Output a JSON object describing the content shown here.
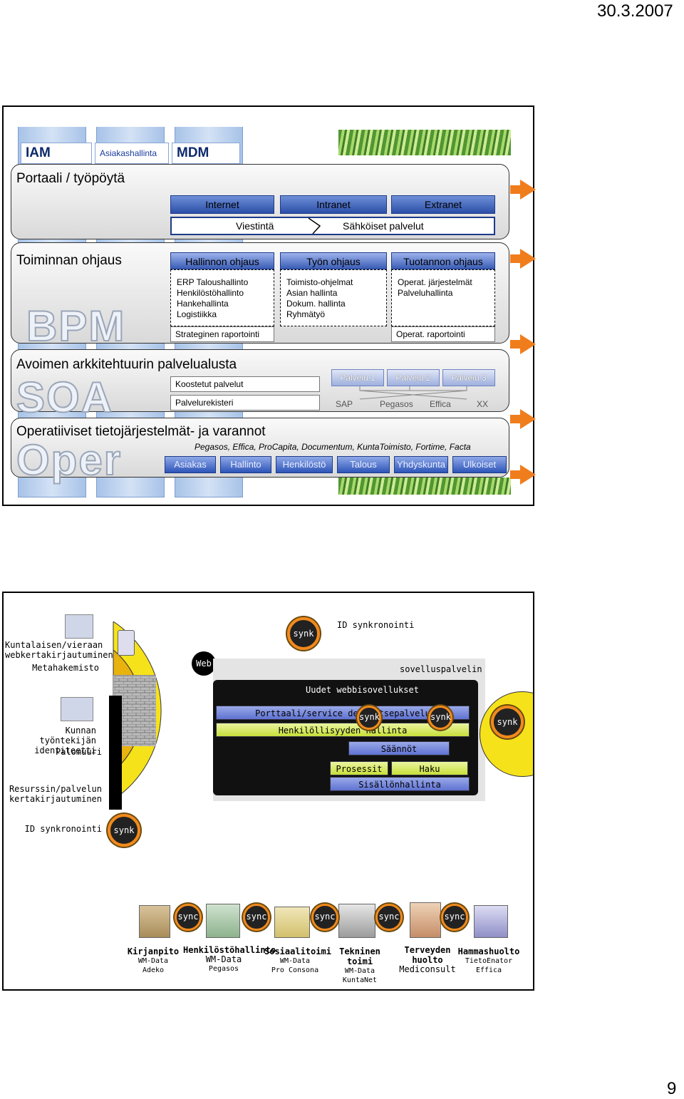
{
  "header": {
    "date": "30.3.2007",
    "page_number": "9"
  },
  "slide1": {
    "tabs": {
      "iam": "IAM",
      "asiakas": "Asiakashallinta",
      "mdm": "MDM"
    },
    "portal": {
      "title": "Portaali / työpöytä",
      "nets": [
        "Internet",
        "Intranet",
        "Extranet"
      ],
      "viestinta": "Viestintä",
      "sahkoiset": "Sähköiset palvelut"
    },
    "toiminnan": {
      "title": "Toiminnan ohjaus",
      "watermark": "BPM",
      "columns": [
        {
          "header": "Hallinnon ohjaus",
          "items": [
            "ERP Taloushallinto",
            "Henkilöstöhallinto",
            "Hankehallinta",
            "Logistiikka"
          ]
        },
        {
          "header": "Työn ohjaus",
          "items": [
            "Toimisto-ohjelmat",
            "Asian hallinta",
            "Dokum. hallinta",
            "Ryhmätyö"
          ]
        },
        {
          "header": "Tuotannon ohjaus",
          "items": [
            "Operat. järjestelmät",
            "Palveluhallinta"
          ]
        }
      ],
      "strateginen": "Strateginen raportointi",
      "operat_rap": "Operat. raportointi"
    },
    "soa": {
      "title": "Avoimen arkkitehtuurin palvelualusta",
      "watermark": "SOA",
      "koostetut": "Koostetut palvelut",
      "rekisteri": "Palvelurekisteri",
      "services": [
        "Palvelu 1",
        "Palvelu 2",
        "Palvelu 3"
      ],
      "backends": [
        "SAP",
        "Pegasos",
        "Effica",
        "XX"
      ]
    },
    "oper": {
      "title": "Operatiiviset tietojärjestelmät- ja varannot",
      "watermark": "Oper",
      "systems_line": "Pegasos, Effica, ProCapita, Documentum, KuntaToimisto, Fortime, Facta",
      "domains": [
        "Asiakas",
        "Hallinto",
        "Henkilöstö",
        "Talous",
        "Yhdyskunta",
        "Ulkoiset"
      ]
    }
  },
  "slide2": {
    "left_labels": {
      "kuntalaisen": "Kuntalaisen/vieraan webkertakirjautuminen",
      "metahakemisto": "Metahakemisto",
      "kunnan": "Kunnan työntekijän identiteetti",
      "palomuuri": "Palomuuri",
      "resurssin": "Resurssin/palvelun kertakirjautuminen",
      "id_synk_bottom": "ID synkronointi"
    },
    "web": "Web",
    "id_synk_top": "ID synkronointi",
    "sovelluspalvelin": "sovelluspalvelin",
    "uudet": "Uudet webbisovellukset",
    "porttaali": "Porttaali/service desk/itsepalvelu",
    "henkilollisyys": "Henkilöllisyyden hallinta",
    "saannot": "Säännöt",
    "prosessit": "Prosessit",
    "haku": "Haku",
    "sisallon": "Sisällönhallinta",
    "synk": "synk",
    "sync": "sync",
    "orgs": [
      {
        "name": "Kirjanpito",
        "lines": [
          "WM-Data",
          "Adeko"
        ]
      },
      {
        "name": "Henkilöstöhallinto",
        "lines": [
          "WM-Data",
          "Pegasos"
        ]
      },
      {
        "name": "Sosiaalitoimi",
        "lines": [
          "WM-Data",
          "Pro Consona"
        ]
      },
      {
        "name": "Tekninen toimi",
        "lines": [
          "WM-Data",
          "KuntaNet"
        ]
      },
      {
        "name": "Terveyden huolto",
        "lines": [
          "Mediconsult"
        ]
      },
      {
        "name": "Hammashuolto",
        "lines": [
          "TietoEnator",
          "Effica"
        ]
      }
    ]
  }
}
